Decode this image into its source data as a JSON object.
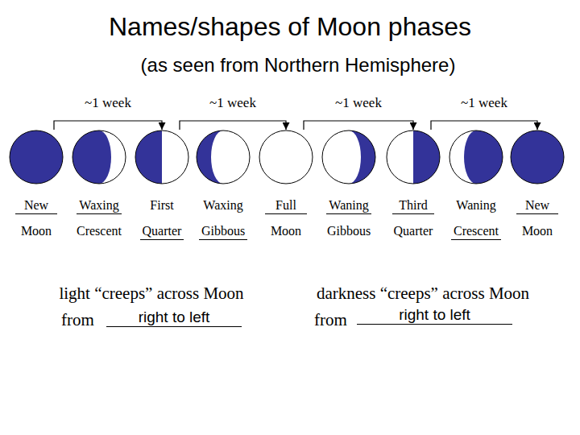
{
  "diagram": {
    "title": "Names/shapes of Moon phases",
    "caption": "(as seen from Northern Hemisphere)",
    "nodes": [
      {
        "text": [
          "New",
          "Moon"
        ]
      },
      {
        "text": [
          "Waxing",
          "Crescent"
        ]
      },
      {
        "text": [
          "First",
          "Quarter"
        ]
      },
      {
        "text": [
          "Waxing",
          "Gibbous"
        ]
      },
      {
        "text": [
          "Full",
          "Moon"
        ]
      },
      {
        "text": [
          "Waning",
          "Gibbous"
        ]
      },
      {
        "text": [
          "Third",
          "Quarter"
        ]
      },
      {
        "text": [
          "Waning",
          "Crescent"
        ]
      },
      {
        "text": [
          "New",
          "Moon"
        ]
      }
    ],
    "edges": [
      {
        "from": 0,
        "to": 2,
        "arrow": "to",
        "label": "~1 week"
      },
      {
        "from": 2,
        "to": 4,
        "arrow": "to",
        "label": "~1 week"
      },
      {
        "from": 4,
        "to": 6,
        "arrow": "to",
        "label": "~1 week"
      },
      {
        "from": 6,
        "to": 8,
        "arrow": "to",
        "label": "~1 week"
      }
    ],
    "labels": [
      "light “creeps” across Moon",
      "from",
      "right to left",
      "darkness “creeps” across Moon",
      "from",
      "right to left"
    ]
  }
}
